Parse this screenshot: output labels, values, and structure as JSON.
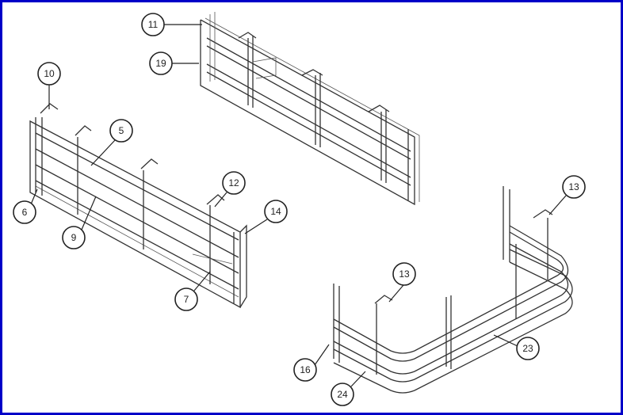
{
  "diagram": {
    "callouts": [
      {
        "id": "c11",
        "label": "11"
      },
      {
        "id": "c19",
        "label": "19"
      },
      {
        "id": "c10",
        "label": "10"
      },
      {
        "id": "c5",
        "label": "5"
      },
      {
        "id": "c12",
        "label": "12"
      },
      {
        "id": "c14",
        "label": "14"
      },
      {
        "id": "c6",
        "label": "6"
      },
      {
        "id": "c9",
        "label": "9"
      },
      {
        "id": "c7",
        "label": "7"
      },
      {
        "id": "c13a",
        "label": "13"
      },
      {
        "id": "c13b",
        "label": "13"
      },
      {
        "id": "c23",
        "label": "23"
      },
      {
        "id": "c16",
        "label": "16"
      },
      {
        "id": "c24",
        "label": "24"
      }
    ],
    "colors": {
      "border": "#0000c8",
      "line": "#333333"
    }
  }
}
